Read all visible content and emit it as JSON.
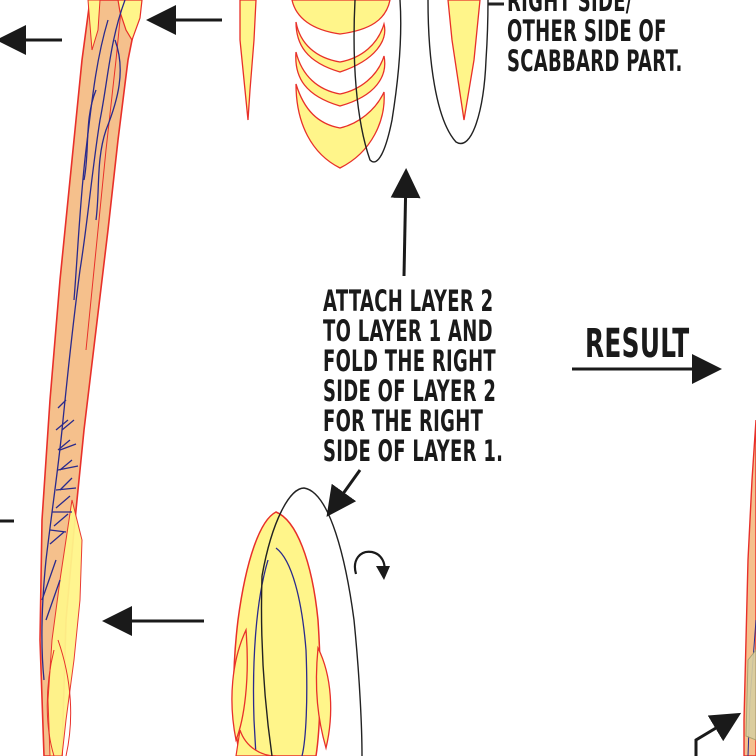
{
  "instructions": {
    "top_note_lines": [
      "RIGHT SIDE/",
      "OTHER SIDE OF",
      "SCABBARD PART."
    ],
    "center_note_lines": [
      "ATTACH LAYER 2",
      "TO LAYER 1 AND",
      "FOLD THE RIGHT",
      "SIDE OF LAYER 2",
      "FOR THE RIGHT",
      "SIDE OF LAYER 1."
    ],
    "result_label": "RESULT"
  },
  "colors": {
    "scabbard_body": "#f5c08c",
    "layer_yellow": "#fff58a",
    "outline_red": "#e8302a",
    "ornament_blue": "#2a2a8c",
    "arrow": "#1a1a1a",
    "outline_black": "#222222"
  }
}
